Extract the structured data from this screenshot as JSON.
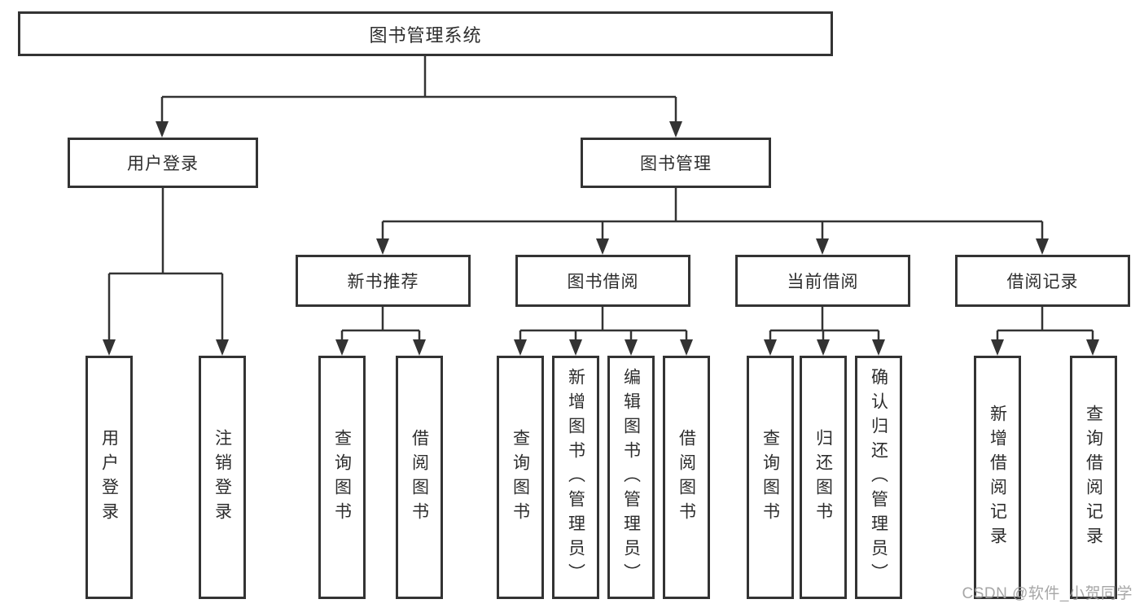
{
  "diagram": {
    "root": {
      "label": "图书管理系统"
    },
    "level2": {
      "user_login": {
        "label": "用户登录"
      },
      "book_management": {
        "label": "图书管理"
      }
    },
    "level3": {
      "new_book_recommend": {
        "label": "新书推荐"
      },
      "book_borrowing": {
        "label": "图书借阅"
      },
      "current_borrowing": {
        "label": "当前借阅"
      },
      "borrowing_records": {
        "label": "借阅记录"
      }
    },
    "leaves": {
      "user_login": {
        "label": "用户登录"
      },
      "logout": {
        "label": "注销登录"
      },
      "nb_query_books": {
        "label": "查询图书"
      },
      "nb_borrow_books": {
        "label": "借阅图书"
      },
      "bb_query_books": {
        "label": "查询图书"
      },
      "bb_add_books": {
        "label": "新增图书（管理员）"
      },
      "bb_edit_books": {
        "label": "编辑图书（管理员）"
      },
      "bb_borrow_books": {
        "label": "借阅图书"
      },
      "cb_query_books": {
        "label": "查询图书"
      },
      "cb_return_books": {
        "label": "归还图书"
      },
      "cb_confirm_return": {
        "label": "确认归还（管理员）"
      },
      "br_add_record": {
        "label": "新增借阅记录"
      },
      "br_query_record": {
        "label": "查询借阅记录"
      }
    }
  },
  "watermark": {
    "text": "CSDN @软件_小贺同学"
  },
  "colors": {
    "line": "#333333",
    "text": "#2d2d2d",
    "box_border": "#333333",
    "box_background": "#ffffff",
    "watermark": "#9e9e9e",
    "page_background": "#ffffff"
  }
}
